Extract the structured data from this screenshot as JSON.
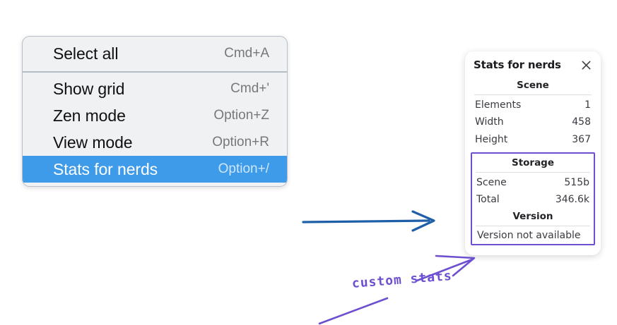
{
  "context_menu": {
    "sections": [
      {
        "items": [
          {
            "label": "Select all",
            "shortcut": "Cmd+A",
            "selected": false
          }
        ]
      },
      {
        "items": [
          {
            "label": "Show grid",
            "shortcut": "Cmd+'",
            "selected": false
          },
          {
            "label": "Zen mode",
            "shortcut": "Option+Z",
            "selected": false
          },
          {
            "label": "View mode",
            "shortcut": "Option+R",
            "selected": false
          },
          {
            "label": "Stats for nerds",
            "shortcut": "Option+/",
            "selected": true
          }
        ]
      }
    ],
    "item0": {
      "label": "Select all",
      "shortcut": "Cmd+A"
    },
    "item1": {
      "label": "Show grid",
      "shortcut": "Cmd+'"
    },
    "item2": {
      "label": "Zen mode",
      "shortcut": "Option+Z"
    },
    "item3": {
      "label": "View mode",
      "shortcut": "Option+R"
    },
    "item4": {
      "label": "Stats for nerds",
      "shortcut": "Option+/"
    },
    "highlight_color": "#3d9bea",
    "background_color": "#f0f1f3"
  },
  "stats_panel": {
    "title": "Stats for nerds",
    "close_icon": "close-icon",
    "scene": {
      "heading": "Scene",
      "rows": [
        {
          "key": "Elements",
          "value": "1"
        },
        {
          "key": "Width",
          "value": "458"
        },
        {
          "key": "Height",
          "value": "367"
        }
      ],
      "row0": {
        "key": "Elements",
        "value": "1"
      },
      "row1": {
        "key": "Width",
        "value": "458"
      },
      "row2": {
        "key": "Height",
        "value": "367"
      }
    },
    "storage": {
      "heading": "Storage",
      "rows": [
        {
          "key": "Scene",
          "value": "515b"
        },
        {
          "key": "Total",
          "value": "346.6k"
        }
      ],
      "row0": {
        "key": "Scene",
        "value": "515b"
      },
      "row1": {
        "key": "Total",
        "value": "346.6k"
      }
    },
    "version": {
      "heading": "Version",
      "note": "Version not available"
    },
    "highlight_border_color": "#6d4fd0"
  },
  "annotations": {
    "label": "custom stats",
    "color": "#6d4fd0",
    "arrow_color": "#1f5fa8"
  }
}
